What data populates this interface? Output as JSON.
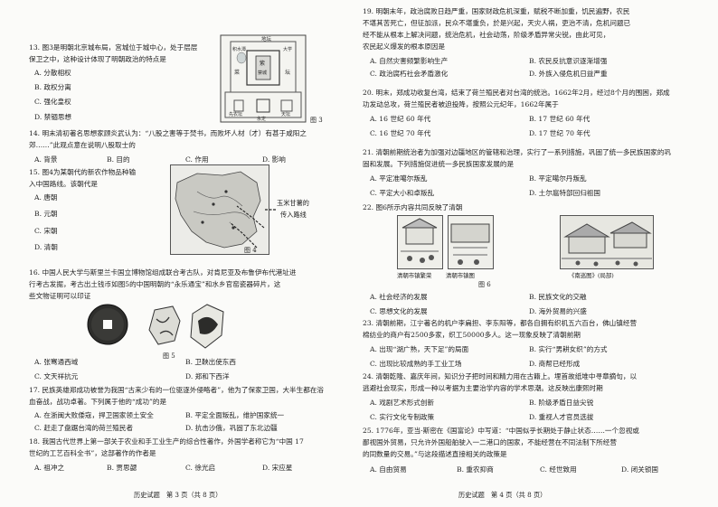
{
  "left": {
    "q13": {
      "stem1": "13. 图3是明朝北京城布局，宫城位于城中心，处于层层",
      "stem2": "保卫之中，这种设计体现了明朝政治的特点是",
      "A": "A. 分散相权",
      "B": "B. 政权分离",
      "C": "C. 强化皇权",
      "D": "D. 禁锢思想",
      "fig_label": "图 3",
      "map_labels": [
        "地坛",
        "积水潭",
        "大学",
        "菜",
        "紫",
        "禁城",
        "坛",
        "天坛",
        "先农坛",
        "永定"
      ]
    },
    "q14": {
      "stem1": "14. 明末清初著名思想家顾炎武认为：“八股之害等于焚书，而败坏人材（才）有甚于咸阳之",
      "stem2": "郊……”此观点意在说明八股取士的",
      "A": "A. 背景",
      "B": "B. 目的",
      "C": "C. 作用",
      "D": "D. 影响"
    },
    "q15": {
      "stem1": "15. 图4为某朝代的新农作物品种输",
      "stem2": "入中国路线。该朝代是",
      "A": "A. 唐朝",
      "B": "B. 元朝",
      "C": "C. 宋朝",
      "D": "D. 清朝",
      "legend": "玉米甘薯的",
      "legend2": "传入路线",
      "fig_label": "图 4"
    },
    "q16": {
      "stem1": "16. 中国人民大学与斯里兰卡国立博物馆组成联合考古队，对肯尼亚及布鲁伊布代港址进",
      "stem2": "行考古发掘，考古出土钱币如图5的中国明朝的“永乐通宝”和水乡官窑瓷器碎片，这",
      "stem3": "些文物证明可以印证",
      "fig_label": "图 5",
      "A": "A. 张骞通西域",
      "B": "B. 卫鞅出使东西",
      "C": "C. 文天祥抗元",
      "D": "D. 郑和下西洋"
    },
    "q17": {
      "stem1": "17. 民族英雄郑成功被誉为我国“古来少有的一位驱逐外侵略者”，他为了保家卫国，大半生都在浴",
      "stem2": "血奋战，战功卓著。下列属于他的“成功”的是",
      "A": "A. 在浙闽大败倭寇，捍卫国家领土安全",
      "B": "B. 平定全面叛乱，维护国家统一",
      "C": "C. 赶走了盘踞台湾的荷兰殖民者",
      "D": "D. 抗击沙俄，巩固了东北边疆"
    },
    "q18": {
      "stem1": "18. 我国古代世界上第一部关于农业和手工业生产的综合性著作，外国学者称它为“中国 17",
      "stem2": "世纪的工艺百科全书”，这部著作的作者是",
      "A": "A. 祖冲之",
      "B": "B. 贾思勰",
      "C": "C. 徐光启",
      "D": "D. 宋应星"
    },
    "footer": "历史试题　第 3 页（共 8 页）"
  },
  "right": {
    "q19": {
      "stem1": "19. 明朝末年，政治腐败日趋严重，国家财政危机深重，赋税不断加重，饥民遍野，农民",
      "stem2": "不堪其苦死亡，但征加派，民众不堪重负，於是兴起，天灾人祸，吏治不清，危机问题已",
      "stem3": "经不能从根本上解决问题，统治危机，社会动荡，阶级矛盾异常尖锐，由此可见，",
      "stem4": "农民起义爆发的根本原因是",
      "A": "A. 自然灾害频繁影响生产",
      "B": "B. 农民反抗意识逐渐增强",
      "C": "C. 政治腐朽社会矛盾激化",
      "D": "D. 外族入侵危机日益严重"
    },
    "q20": {
      "stem1": "20. 明末，郑成功收复台湾，结束了荷兰殖民者对台湾的统治。1662年2月，经过8个月的围困，郑成",
      "stem2": "功发动总攻，荷兰殖民者被迫投降，按照公元纪年，1662年属于",
      "A": "A. 16 世纪 60 年代",
      "B": "B. 17 世纪 60 年代",
      "C": "C. 16 世纪 70 年代",
      "D": "D. 17 世纪 70 年代"
    },
    "q21": {
      "stem1": "21. 清朝前期统治者为加强对边疆地区的管辖和治理，实行了一系列措施，巩固了统一多民族国家的巩",
      "stem2": "固和发展。下列措施促进统一多民族国家发展的是",
      "A": "A. 平定准噶尔叛乱",
      "B": "B. 平定噶尔丹叛乱",
      "C": "C. 平定大小和卓叛乱",
      "D": "D. 土尔扈特部回归祖国"
    },
    "q22": {
      "stem1": "22. 图6所示内容共同反映了清朝",
      "cap1": "清朝市镇繁荣",
      "cap2": "清朝市镇图",
      "cap3": "《南巡图》(局部)",
      "fig_label": "图 6",
      "A": "A. 社会经济的发展",
      "B": "B. 民族文化的交融",
      "C": "C. 思想文化的发展",
      "D": "D. 海外贸易的兴盛"
    },
    "q23": {
      "stem1": "23. 清朝前期，江宁著名的机户李扁担、李东阳等，都各自拥有织机五六百台，佛山镇经营",
      "stem2": "棉纺业的商户有2500多家，织工50000多人。这一现象反映了清朝前期",
      "A": "A. 出现“湖广熟，天下足”的局面",
      "B": "B. 实行“男耕女织”的方式",
      "C": "C. 出现比较成熟的手工业工场",
      "D": "D. 商帮已经形成"
    },
    "q24": {
      "stem1": "24. 清朝乾隆、嘉庆年间，知识分子把时间和精力用在古籍上。埋首故纸堆中寻章摘句，以",
      "stem2": "逃避社会现实，形成一种以考据为主要治学内容的学术思潮。这反映出康熙时期",
      "A": "A. 戏剧艺术形式创新",
      "B": "B. 阶级矛盾日益尖锐",
      "C": "C. 实行文化专制政策",
      "D": "D. 重视人才官员选拔"
    },
    "q25": {
      "stem1": "25. 1776年，亚当·斯密在《国富论》中写道：“中国似乎长期处于静止状态……一个忽视或",
      "stem2": "鄙视国外贸易，只允许外国船舶驶入一二港口的国家，不能经营在不同法制下所经营",
      "stem3": "的同数量的交易。”与这段描述直接相关的政策是",
      "A": "A. 自由贸易",
      "B": "B. 重农抑商",
      "C": "C. 经世致用",
      "D": "D. 闭关锁国"
    },
    "footer": "历史试题　第 4 页（共 8 页）"
  }
}
